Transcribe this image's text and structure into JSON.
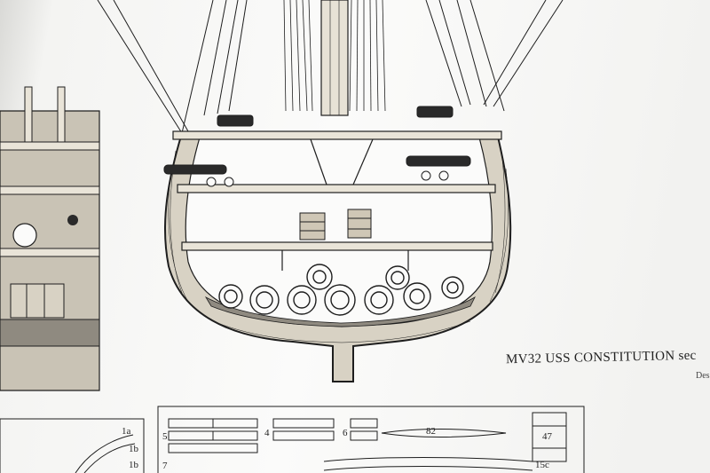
{
  "drawing": {
    "title": "MV32 USS CONSTITUTION sec",
    "subtitle": "Des"
  },
  "part_labels": [
    "1a",
    "1b",
    "1b",
    "5",
    "4",
    "6",
    "82",
    "47",
    "7",
    "15c"
  ],
  "colors": {
    "paper": "#fbfbfa",
    "ink": "#1e1e1e",
    "wood_fill": "#d8d2c4"
  }
}
